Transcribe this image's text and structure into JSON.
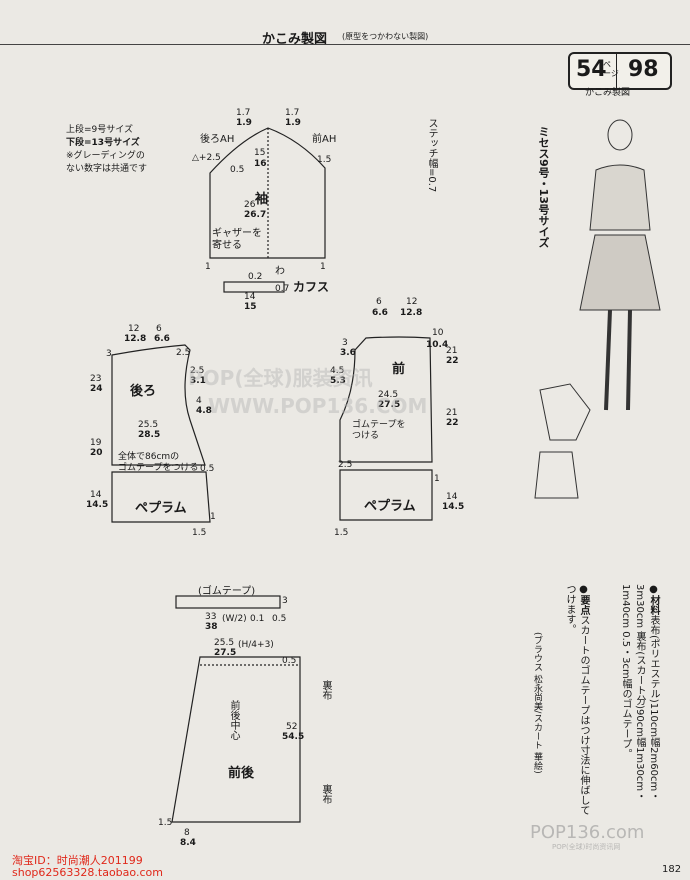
{
  "header": {
    "title": "かこみ製図",
    "subtitle": "(原型をつかわない製図)",
    "badge_left": "54",
    "badge_small": "ペ\nージ",
    "badge_right": "98",
    "badge_caption": "かこみ製図"
  },
  "legend": {
    "line1": "上段=9号サイズ",
    "line2": "下段=13号サイズ",
    "line3": "※グレーディングの",
    "line4": "ない数字は共通です"
  },
  "stitch_note": "ステッチ幅=0.7",
  "size_note": "ミセス9号・13号サイズ",
  "sleeve": {
    "label": "袖",
    "back_ah": "後ろAH",
    "front_ah": "前AH",
    "gather": "ギャザーを\n寄せる",
    "w": "わ",
    "cuff": "カフス",
    "n1_7a": "1.7",
    "n1_9a": "1.9",
    "n1_7b": "1.7",
    "n1_9b": "1.9",
    "tri": "△+2.5",
    "n15": "15",
    "n16": "16",
    "n0_5a": "0.5",
    "n1_5": "1.5",
    "n26": "26",
    "n26_7": "26.7",
    "n1a": "1",
    "n1b": "1",
    "n0_2": "0.2",
    "n0_7": "0.7",
    "n14": "14",
    "n15b": "15"
  },
  "back": {
    "label": "後ろ",
    "peplum": "ペプラム",
    "elastic": "全体で86cmの\nゴムテープをつける",
    "n12": "12",
    "n12_8": "12.8",
    "n6": "6",
    "n6_6": "6.6",
    "n3": "3",
    "n2_5": "2.5",
    "n23": "23",
    "n24": "24",
    "n2_5b": "2.5",
    "n3_1": "3.1",
    "n4": "4",
    "n4_8": "4.8",
    "n25_5": "25.5",
    "n28_5": "28.5",
    "n19": "19",
    "n20": "20",
    "n0_5": "0.5",
    "n14": "14",
    "n14_5": "14.5",
    "n1": "1",
    "n1_5": "1.5"
  },
  "front": {
    "label": "前",
    "peplum": "ペプラム",
    "elastic": "ゴムテープを\nつける",
    "n6": "6",
    "n6_6": "6.6",
    "n12": "12",
    "n12_8": "12.8",
    "n3": "3",
    "n3_6": "3.6",
    "n10": "10",
    "n10_4": "10.4",
    "n4_5": "4.5",
    "n5_3": "5.3",
    "n21": "21",
    "n22": "22",
    "n21b": "21",
    "n22b": "22",
    "n24_5": "24.5",
    "n27_5": "27.5",
    "n2_5": "2.5",
    "n1": "1",
    "n14": "14",
    "n14_5": "14.5",
    "n1_5": "1.5"
  },
  "skirt": {
    "elastic_label": "(ゴムテープ)",
    "label": "前後",
    "center": "前後中心",
    "lining1": "裏布",
    "lining2": "裏布",
    "n3": "3",
    "n33": "33",
    "n38": "38",
    "w_2": "(W/2)",
    "n0_1": "0.1",
    "n0_5": "0.5",
    "n25_5": "25.5",
    "n27_5": "27.5",
    "h_plus3": "(H/4+3)",
    "n0_5b": "0.5",
    "n52": "52",
    "n54_5": "54.5",
    "n1_5": "1.5",
    "n8": "8",
    "n8_4": "8.4"
  },
  "materials": {
    "title": "●材料",
    "text": "表布(ポリエステル)110cm幅2m60cm・3m30cm 裏布(スカート分)90cm幅1m30cm・1m40cm 0.5・3cm幅のゴムテープ。",
    "points_title": "●要点",
    "points": "スカートのゴムテープはつけ寸法に伸ばしてつけます。",
    "credit": "(ブラウス 松永尚美/スカート 華絵)"
  },
  "watermarks": {
    "w1": "POP(全球)服装资讯",
    "w2": "WWW.POP136.COM",
    "w3": "POP136.com",
    "w4": "POP(全球)时尚资讯网"
  },
  "shop": {
    "line1": "淘宝ID：时尚潮人201199",
    "line2": "shop62563328.taobao.com"
  },
  "page_number": "182"
}
